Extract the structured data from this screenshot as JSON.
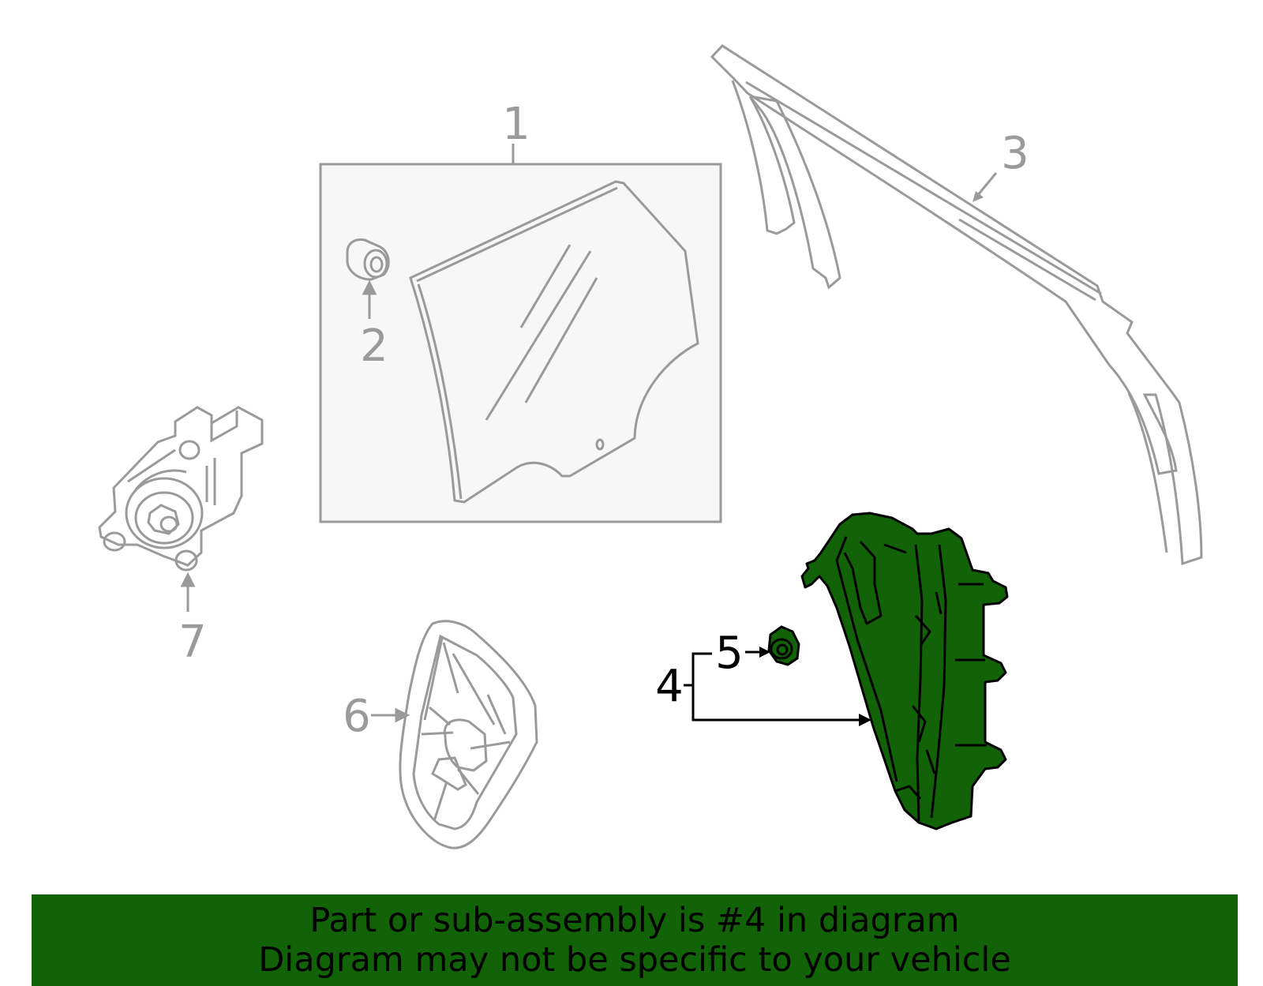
{
  "colors": {
    "line_gray": "#9a9a9a",
    "highlight_green": "#126207",
    "banner_green": "#126207",
    "callout_highlight": "#000000",
    "panel_fill": "#f7f7f7"
  },
  "callouts": {
    "c1": "1",
    "c2": "2",
    "c3": "3",
    "c4": "4",
    "c5": "5",
    "c6": "6",
    "c7": "7"
  },
  "highlighted_part": "4",
  "banner": {
    "line1": "Part or sub-assembly is #4 in diagram",
    "line2": "Diagram may not be specific to your vehicle"
  }
}
